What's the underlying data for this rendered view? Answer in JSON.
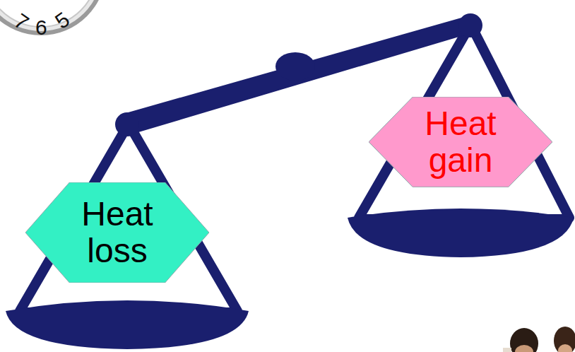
{
  "diagram": {
    "nodes": [
      {
        "text": [
          "Heat loss"
        ]
      },
      {
        "text": [
          "Heat gain"
        ]
      }
    ],
    "labels": [
      "7",
      "6",
      "5"
    ]
  }
}
